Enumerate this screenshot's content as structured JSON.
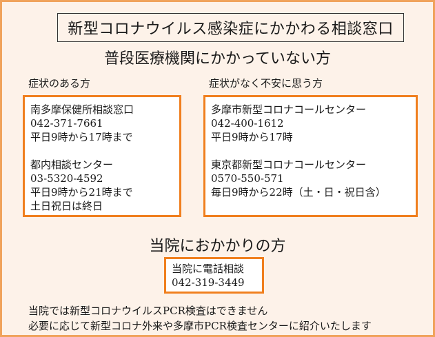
{
  "title": "新型コロナウイルス感染症にかかわる相談窓口",
  "section1": {
    "heading": "普段医療機関にかかっていない方",
    "left": {
      "label": "症状のある方",
      "entries": [
        {
          "name": "南多摩保健所相談窓口",
          "phone": "042-371-7661",
          "hours": "平日9時から17時まで",
          "extra": ""
        },
        {
          "name": "都内相談センター",
          "phone": "03-5320-4592",
          "hours": "平日9時から21時まで",
          "extra": "土日祝日は終日"
        }
      ]
    },
    "right": {
      "label": "症状がなく不安に思う方",
      "entries": [
        {
          "name": "多摩市新型コロナコールセンター",
          "phone": "042-400-1612",
          "hours": "平日9時から17時"
        },
        {
          "name": "東京都新型コロナコールセンター",
          "phone": "0570-550-571",
          "hours": "毎日9時から22時（土・日・祝日含）"
        }
      ]
    }
  },
  "section2": {
    "heading": "当院におかかりの方",
    "box": {
      "name": "当院に電話相談",
      "phone": "042-319-3449"
    }
  },
  "notes": [
    "当院では新型コロナウイルスPCR検査はできません",
    "必要に応じて新型コロナ外来や多摩市PCR検査センターに紹介いたします"
  ],
  "colors": {
    "background": "#fdf2e9",
    "frame": "#f0a35c",
    "box_border": "#f07f1e"
  }
}
